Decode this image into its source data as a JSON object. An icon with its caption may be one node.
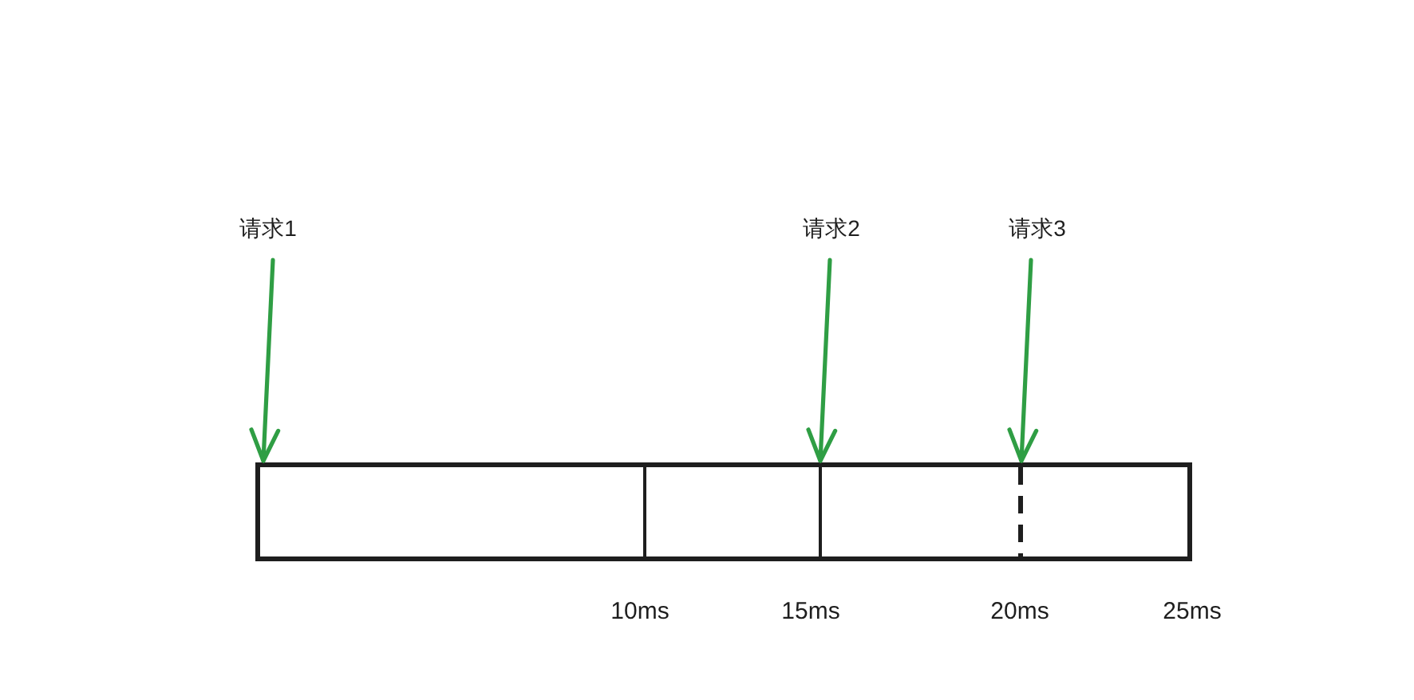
{
  "diagram": {
    "nodes": [
      {
        "text": [
          "请求1"
        ]
      },
      {
        "text": [
          "请求2"
        ]
      },
      {
        "text": [
          "请求3"
        ]
      },
      {
        "text": [],
        "shape": "bar"
      }
    ],
    "edges": [
      {
        "from": 0,
        "to": 3,
        "arrow": "to"
      },
      {
        "from": 1,
        "to": 3,
        "arrow": "to"
      },
      {
        "from": 2,
        "to": 3,
        "arrow": "to"
      }
    ],
    "labels": [
      "10ms",
      "15ms",
      "20ms",
      "25ms"
    ]
  }
}
